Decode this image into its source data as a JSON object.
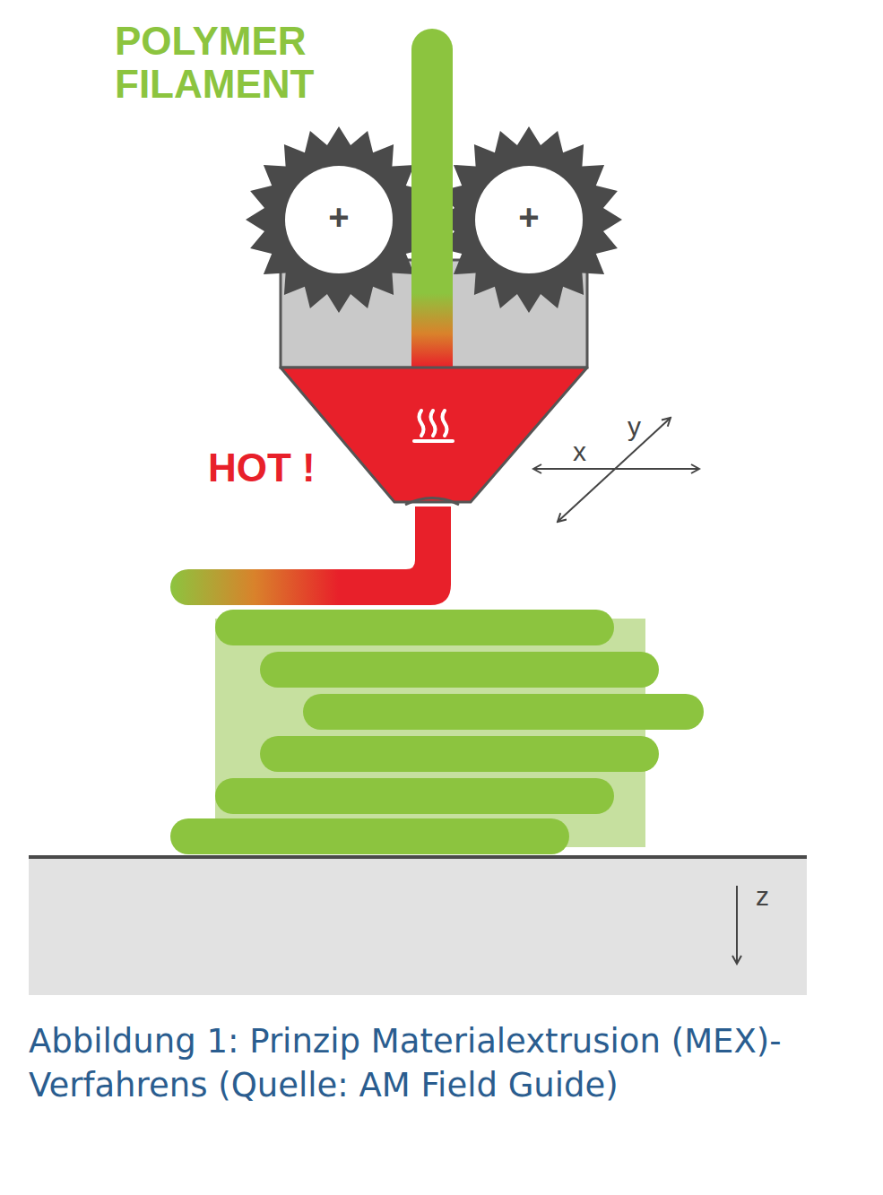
{
  "diagram": {
    "caption": "Abbildung 1: Prinzip Materialextrusion (MEX)-Verfahrens (Quelle: AM Field Guide)",
    "labels": [
      "POLYMER FILAMENT",
      "+",
      "+",
      "HOT !",
      "x",
      "y",
      "z"
    ]
  }
}
